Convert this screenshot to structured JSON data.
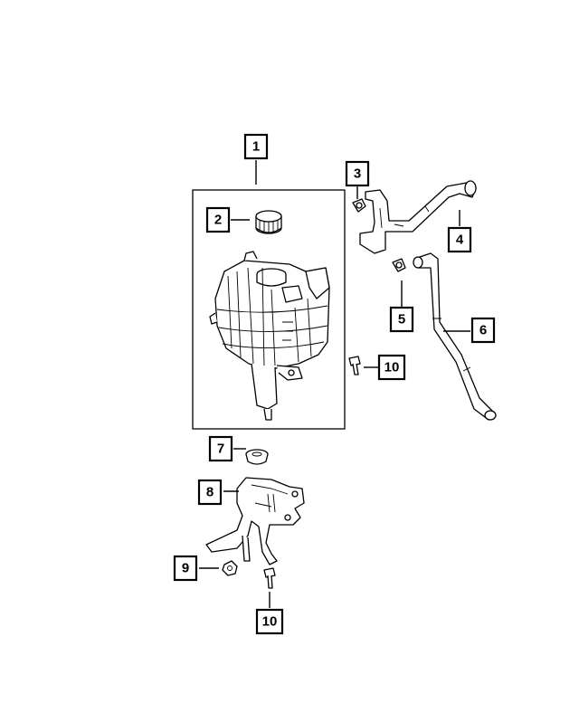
{
  "callouts": [
    {
      "id": "c1",
      "label": "1"
    },
    {
      "id": "c2",
      "label": "2"
    },
    {
      "id": "c3",
      "label": "3"
    },
    {
      "id": "c4",
      "label": "4"
    },
    {
      "id": "c5",
      "label": "5"
    },
    {
      "id": "c6",
      "label": "6"
    },
    {
      "id": "c7",
      "label": "7"
    },
    {
      "id": "c8",
      "label": "8"
    },
    {
      "id": "c9",
      "label": "9"
    },
    {
      "id": "c10a",
      "label": "10"
    },
    {
      "id": "c10b",
      "label": "10"
    }
  ]
}
